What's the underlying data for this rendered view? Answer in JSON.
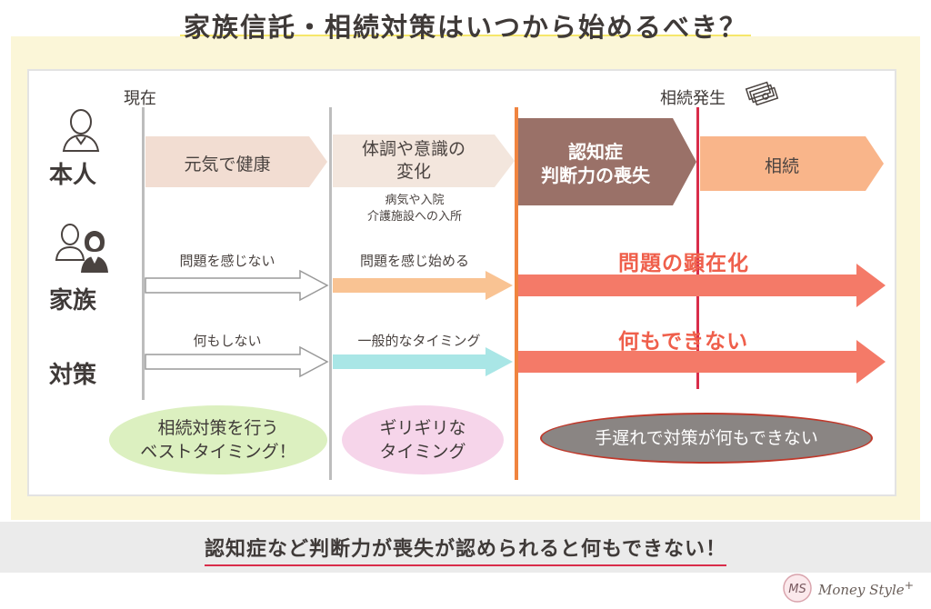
{
  "title": "家族信託・相続対策はいつから始めるべき？",
  "timeline": {
    "now_label": "現在",
    "inheritance_label": "相続発生"
  },
  "rows": {
    "person": "本人",
    "family": "家族",
    "measures": "対策"
  },
  "person_stages": {
    "healthy": "元気で健康",
    "change_line1": "体調や意識の",
    "change_line2": "変化",
    "change_note_line1": "病気や入院",
    "change_note_line2": "介護施設への入所",
    "dementia_line1": "認知症",
    "dementia_line2": "判断力の喪失",
    "inheritance": "相続"
  },
  "family_stages": {
    "no_problem": "問題を感じない",
    "start_feel": "問題を感じ始める",
    "surface": "問題の顕在化"
  },
  "measure_stages": {
    "nothing": "何もしない",
    "general": "一般的なタイミング",
    "cannot": "何もできない"
  },
  "ovals": {
    "best_line1": "相続対策を行う",
    "best_line2": "ベストタイミング！",
    "last_line1": "ギリギリな",
    "last_line2": "タイミング",
    "late": "手遅れで対策が何もできない"
  },
  "conclusion": "認知症など判断力が喪失が認められると何もできない！",
  "logo_text": "Money Style",
  "logo_sup": "+",
  "logo_mark": "MS",
  "colors": {
    "healthy_fill": "#f2ddd2",
    "change_fill": "#f3e6dd",
    "dementia_fill": "#9a7168",
    "inheritance_fill": "#f9b58a",
    "family_mid_fill": "#f9c393",
    "measure_mid_fill": "#a9e6e6",
    "late_arrow": "#f47a68",
    "red_line": "#d92d4a",
    "orange_line": "#f0843f"
  }
}
